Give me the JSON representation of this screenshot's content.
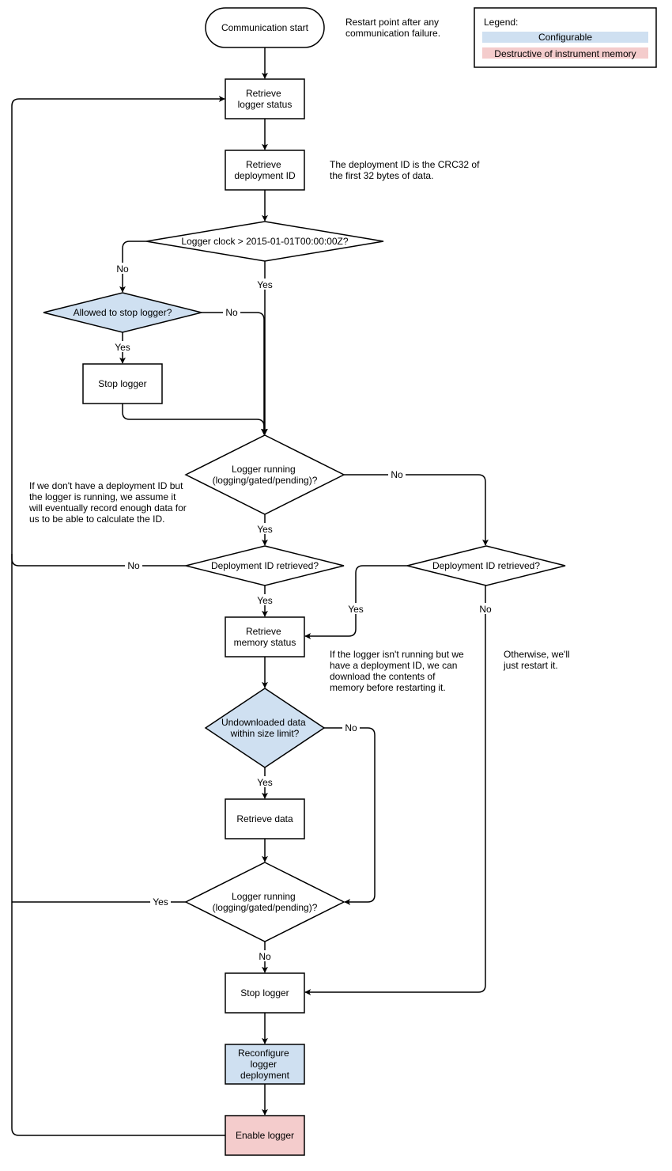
{
  "colors": {
    "configurable": "#cfe0f1",
    "destructive": "#f4cccc",
    "stroke": "#000000",
    "background": "#ffffff"
  },
  "legend": {
    "title": "Legend:",
    "configurable": "Configurable",
    "destructive": "Destructive of instrument memory"
  },
  "nodes": {
    "start": "Communication start",
    "retrieve_status": [
      "Retrieve",
      "logger status"
    ],
    "retrieve_deploy_id": [
      "Retrieve",
      "deployment ID"
    ],
    "clock_check": "Logger clock > 2015-01-01T00:00:00Z?",
    "allowed_stop": "Allowed to stop logger?",
    "stop_logger_1": "Stop logger",
    "logger_running_1": [
      "Logger running",
      "(logging/gated/pending)?"
    ],
    "deploy_id_retrieved_left": "Deployment ID retrieved?",
    "deploy_id_retrieved_right": "Deployment ID retrieved?",
    "retrieve_memory": [
      "Retrieve",
      "memory status"
    ],
    "undownloaded": [
      "Undownloaded data",
      "within size limit?"
    ],
    "retrieve_data": "Retrieve data",
    "logger_running_2": [
      "Logger running",
      "(logging/gated/pending)?"
    ],
    "stop_logger_2": "Stop logger",
    "reconfigure": [
      "Reconfigure",
      "logger",
      "deployment"
    ],
    "enable": "Enable logger"
  },
  "edge_labels": {
    "yes": "Yes",
    "no": "No"
  },
  "notes": {
    "restart": [
      "Restart point after any",
      "communication failure."
    ],
    "crc": [
      "The deployment ID is the CRC32 of",
      "the first 32 bytes of data."
    ],
    "no_id_running": [
      "If we don't have a deployment ID but",
      "the logger is running, we assume it",
      "will eventually record enough data for",
      "us to be able to calculate the ID."
    ],
    "not_running_have_id": [
      "If the logger isn't running but we",
      "have a deployment ID, we can",
      "download the contents of",
      "memory before restarting it."
    ],
    "otherwise": [
      "Otherwise, we'll",
      "just restart it."
    ]
  }
}
